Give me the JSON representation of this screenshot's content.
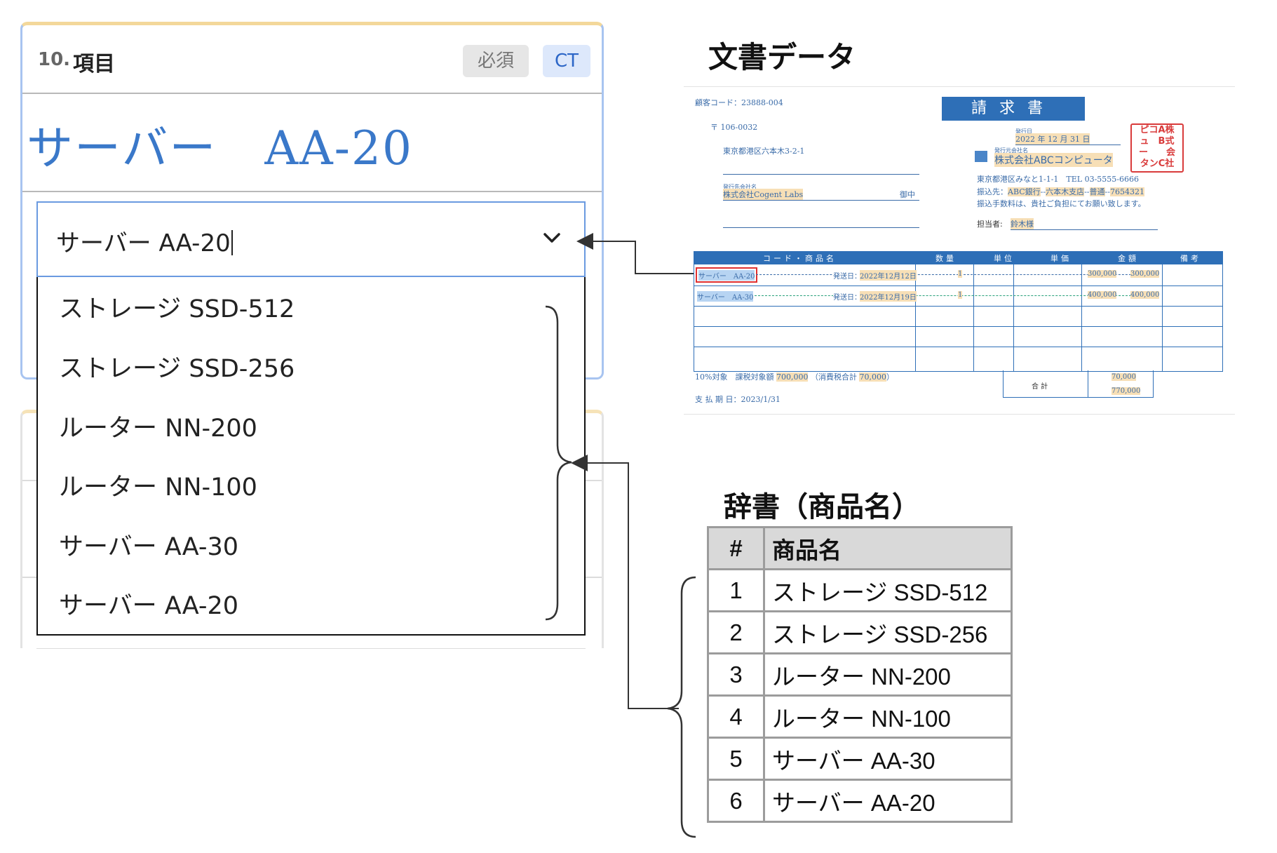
{
  "form": {
    "field_number": "10.",
    "field_title": "項目",
    "badge_required": "必須",
    "badge_ct": "CT",
    "crop_text": "サーバー　AA-20",
    "input_value": "サーバー AA-20",
    "options": [
      "ストレージ SSD-512",
      "ストレージ SSD-256",
      "ルーター NN-200",
      "ルーター NN-100",
      "サーバー AA-30",
      "サーバー AA-20"
    ]
  },
  "document": {
    "heading": "文書データ",
    "customer_code": "顧客コード：23888-004",
    "title": "請求書",
    "postal": "〒 106-0032",
    "address": "東京都港区六本木3-2-1",
    "issue_date_label": "発行日",
    "issue_date": "2022 年 12 月 31 日",
    "issuer_label": "発行元会社名",
    "issuer": "株式会社ABCコンピュータ",
    "stamp_lines": [
      "ピコA株",
      "ュ　B式",
      "ー　　会",
      "タンC社"
    ],
    "recipient_label": "発行先会社名",
    "recipient": "株式会社Cogent Labs",
    "honorific": "御中",
    "issuer_address": "東京都港区みなと1-1-1　TEL 03-5555-6666",
    "bank_prefix": "振込先：",
    "bank": "ABC銀行",
    "branch": "六本木支店",
    "account_type": "普通",
    "account_no": "7654321",
    "fee_note": "振込手数料は、貴社ご負担にてお願い致します。",
    "person_label": "担当者:",
    "person": "鈴木様",
    "table_headers": [
      "コード・商品名",
      "数量",
      "単位",
      "単価",
      "金額",
      "備考"
    ],
    "rows": [
      {
        "name": "サーバー　AA-20",
        "ship_label": "発送日：",
        "date": "2022年12月12日",
        "qty": "1",
        "price": "300,000",
        "amount": "300,000"
      },
      {
        "name": "サーバー　AA-30",
        "ship_label": "発送日：",
        "date": "2022年12月19日",
        "qty": "1",
        "price": "400,000",
        "amount": "400,000"
      }
    ],
    "tax_line_prefix": "10%対象　課税対象額",
    "taxable_amount": "700,000",
    "tax_label": "（消費税合計",
    "tax_amount": "70,000",
    "tax_suffix": "）",
    "total_label": "合 計",
    "total_tax": "70,000",
    "total_amount": "770,000",
    "due_date": "支 払 期 日：2023/1/31"
  },
  "dictionary": {
    "heading": "辞書（商品名）",
    "col_num": "#",
    "col_name": "商品名",
    "rows": [
      {
        "num": "1",
        "name": "ストレージ SSD-512"
      },
      {
        "num": "2",
        "name": "ストレージ SSD-256"
      },
      {
        "num": "3",
        "name": "ルーター NN-200"
      },
      {
        "num": "4",
        "name": "ルーター NN-100"
      },
      {
        "num": "5",
        "name": "サーバー AA-30"
      },
      {
        "num": "6",
        "name": "サーバー AA-20"
      }
    ]
  }
}
